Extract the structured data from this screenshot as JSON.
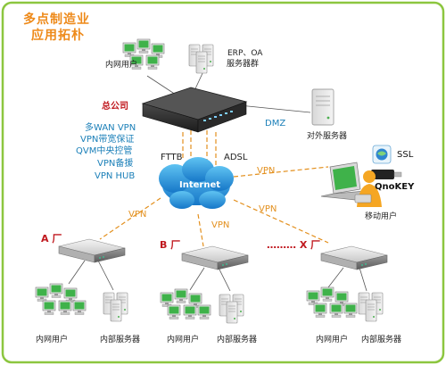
{
  "title_line1": "多点制造业",
  "title_line2": "应用拓朴",
  "hq": {
    "users_label": "内网用户",
    "erp_label_1": "ERP、OA",
    "erp_label_2": "服务器群",
    "name": "总公司",
    "features": [
      "多WAN VPN",
      "VPN带宽保证",
      "QVM中央控管",
      "VPN备援",
      "VPN HUB"
    ],
    "dmz_label": "DMZ",
    "external_server_label": "对外服务器",
    "fttb_label": "FTTB",
    "adsl_label": "ADSL"
  },
  "internet_label": "Internet",
  "vpn_label": "VPN",
  "mobile": {
    "ssl_label": "SSL",
    "qnokey_label": "QnoKEY",
    "user_label": "移动用户"
  },
  "branches": [
    {
      "name": "A 厂",
      "users_label": "内网用户",
      "servers_label": "内部服务器"
    },
    {
      "name": "B 厂",
      "users_label": "内网用户",
      "servers_label": "内部服务器"
    },
    {
      "name": "……… X 厂",
      "users_label": "内网用户",
      "servers_label": "内部服务器"
    }
  ],
  "colors": {
    "border": "#8cc63f",
    "title": "#ee8a1a",
    "vpn_line": "#e3901e",
    "red_label": "#c0181e",
    "blue_label": "#1a7fb8",
    "cloud": "#1e8fd6"
  }
}
